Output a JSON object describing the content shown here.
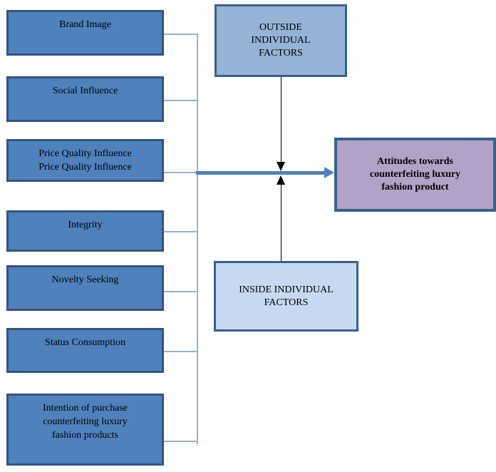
{
  "left_boxes": [
    {
      "label": "Brand Image"
    },
    {
      "label": "Social Influence"
    },
    {
      "label": "Price Quality Influence\nPrice Quality Influence"
    },
    {
      "label": "Integrity"
    },
    {
      "label": "Novelty Seeking"
    },
    {
      "label": "Status Consumption"
    },
    {
      "label": "Intention of purchase\ncounterfeiting luxury\nfashion products"
    }
  ],
  "outside_factors": {
    "label": "OUTSIDE\nINDIVIDUAL\nFACTORS"
  },
  "inside_factors": {
    "label": "INSIDE INDIVIDUAL\nFACTORS"
  },
  "outcome": {
    "label": "Attitudes towards\ncounterfeiting luxury\nfashion product"
  },
  "colors": {
    "factor_box_fill": "#4F81BD",
    "factor_box_border": "#31557F",
    "outside_box_fill": "#95B3D7",
    "inside_box_fill": "#C6D9F1",
    "outcome_box_fill": "#B2A2C7",
    "accent_border": "#376092",
    "connector_light_blue": "#95B3D7",
    "main_arrow_blue": "#4F81BD",
    "vertical_lines_black": "#000000",
    "text_color": "#000000"
  }
}
